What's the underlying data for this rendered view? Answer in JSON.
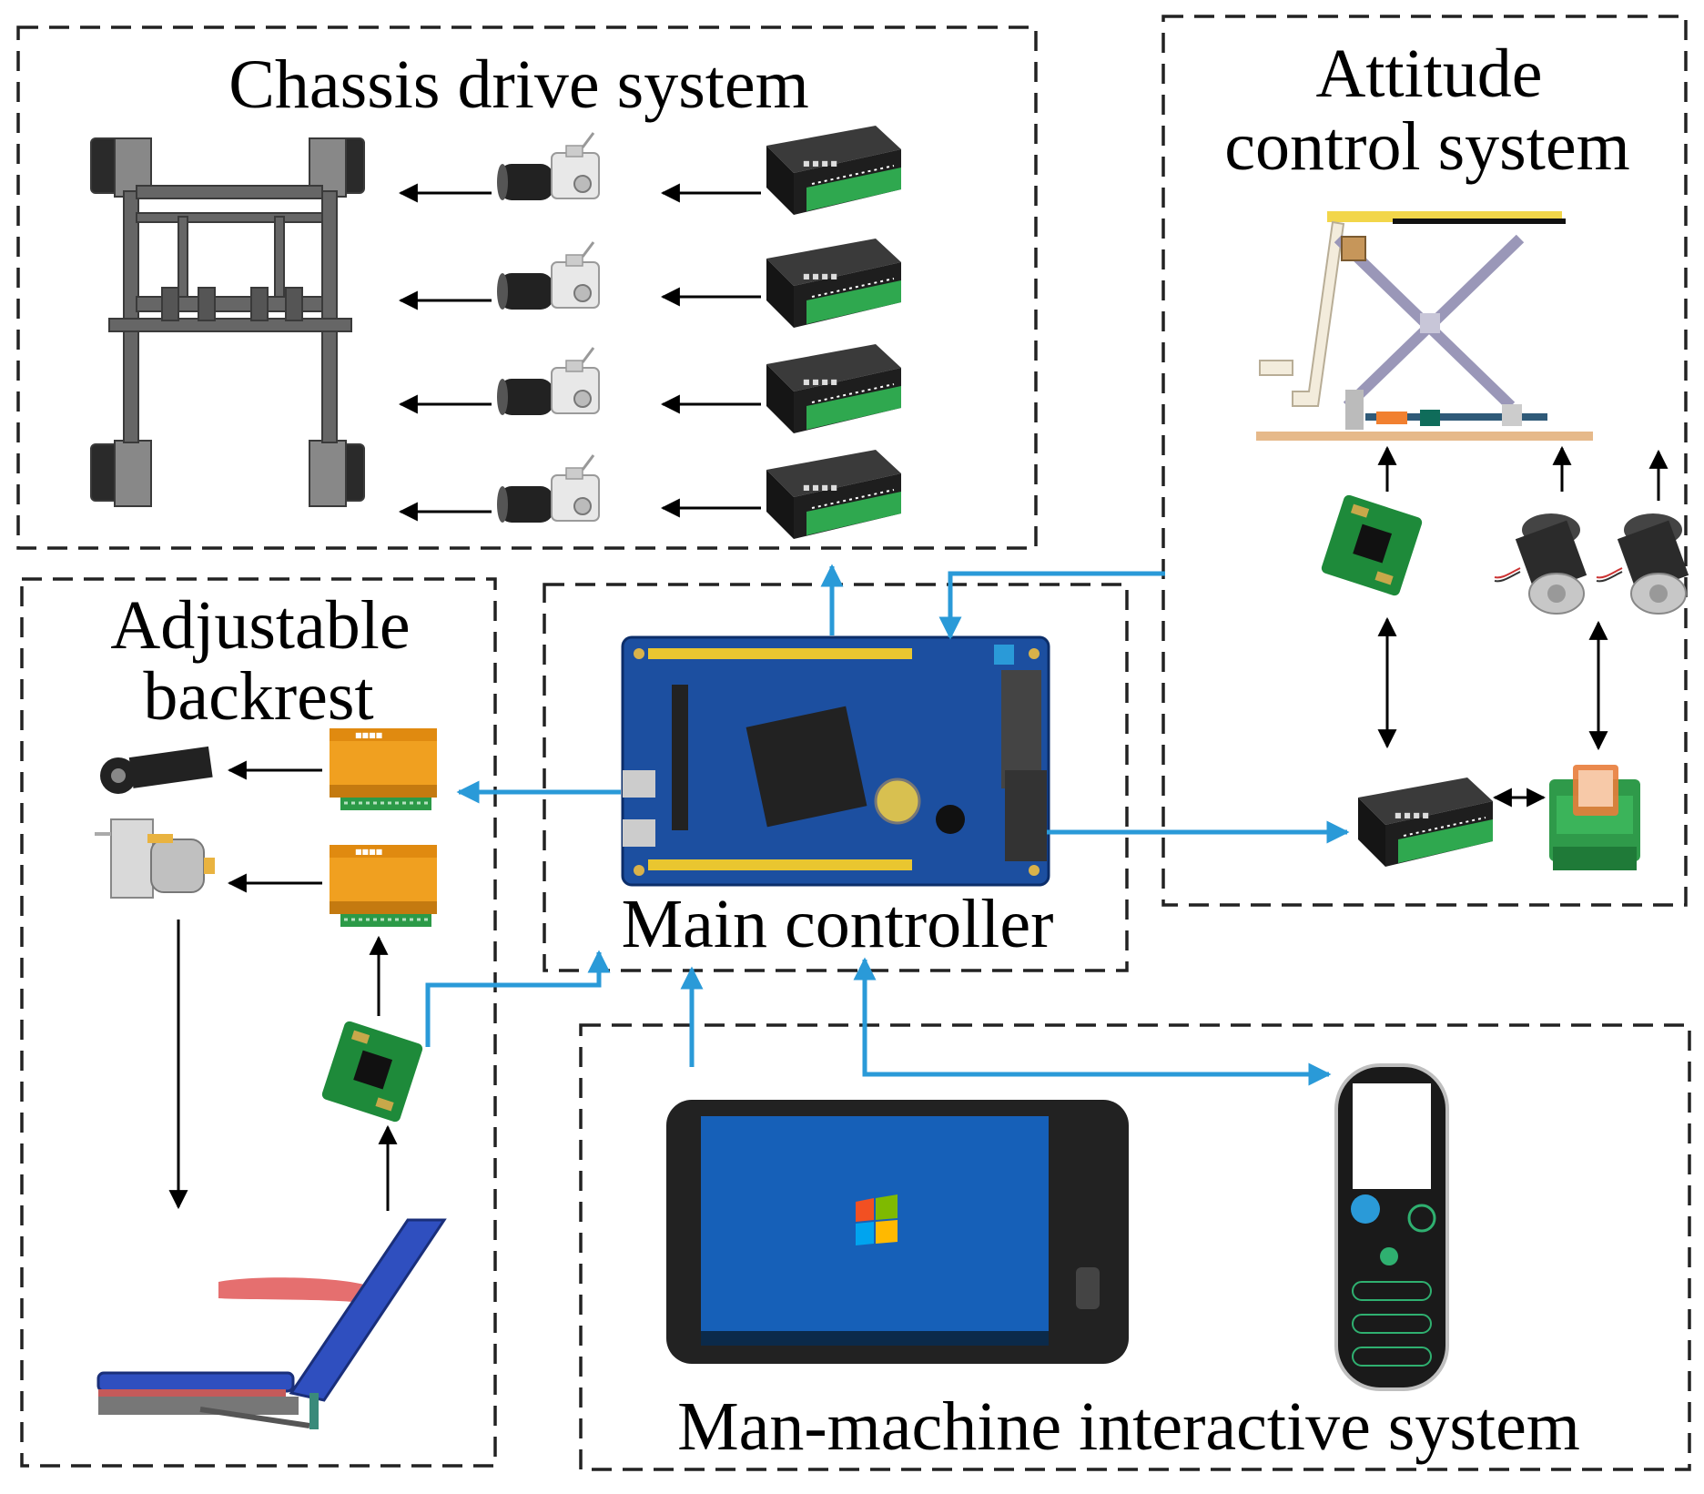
{
  "titles": {
    "chassis": "Chassis drive system",
    "attitude_line1": "Attitude",
    "attitude_line2": "control system",
    "backrest_line1": "Adjustable",
    "backrest_line2": "backrest",
    "main": "Main controller",
    "hmi": "Man-machine interactive system"
  },
  "colors": {
    "link": "#2a9ad8",
    "arrow": "#000000",
    "border": "#222222",
    "driver_body": "#1e1e1e",
    "terminal_green": "#2fa84f",
    "orange_driver": "#f0a020",
    "pcb_blue": "#1c4fa0",
    "seat_blue": "#2f4fbf",
    "armrest_red": "#e07070"
  },
  "icons": {
    "chassis_frame": "chassis-frame-icon",
    "motor": "dc-motor-icon",
    "driver": "motor-driver-icon",
    "lift": "scissor-lift-icon",
    "imu": "imu-sensor-icon",
    "linear_actuator": "linear-actuator-icon",
    "relay": "relay-module-icon",
    "orange_driver": "orange-driver-icon",
    "gear_motor": "gear-motor-icon",
    "seat": "wheelchair-seat-icon",
    "board": "main-controller-board-icon",
    "tablet": "tablet-icon",
    "remote": "remote-control-icon"
  }
}
